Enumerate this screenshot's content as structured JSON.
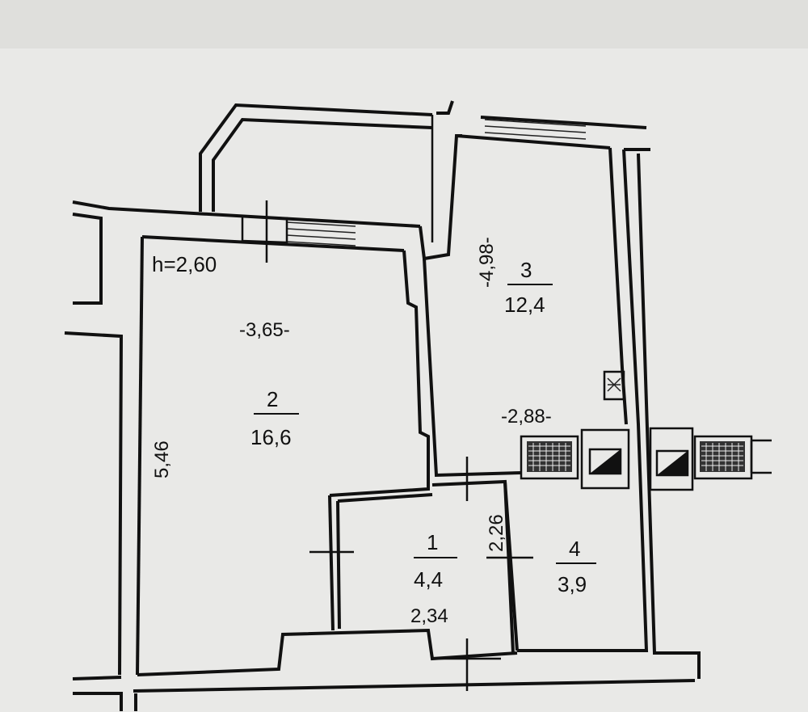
{
  "plan": {
    "ceiling_height": "h=2,60",
    "rooms": [
      {
        "number": "1",
        "area": "4,4"
      },
      {
        "number": "2",
        "area": "16,6"
      },
      {
        "number": "3",
        "area": "12,4"
      },
      {
        "number": "4",
        "area": "3,9"
      }
    ],
    "dimensions": {
      "room2_width": "-3,65-",
      "room2_length": "5,46",
      "room3_length": "-4,98-",
      "room3_width": "-2,88-",
      "room1_width": "2,34",
      "room1_length": "2,26"
    }
  }
}
